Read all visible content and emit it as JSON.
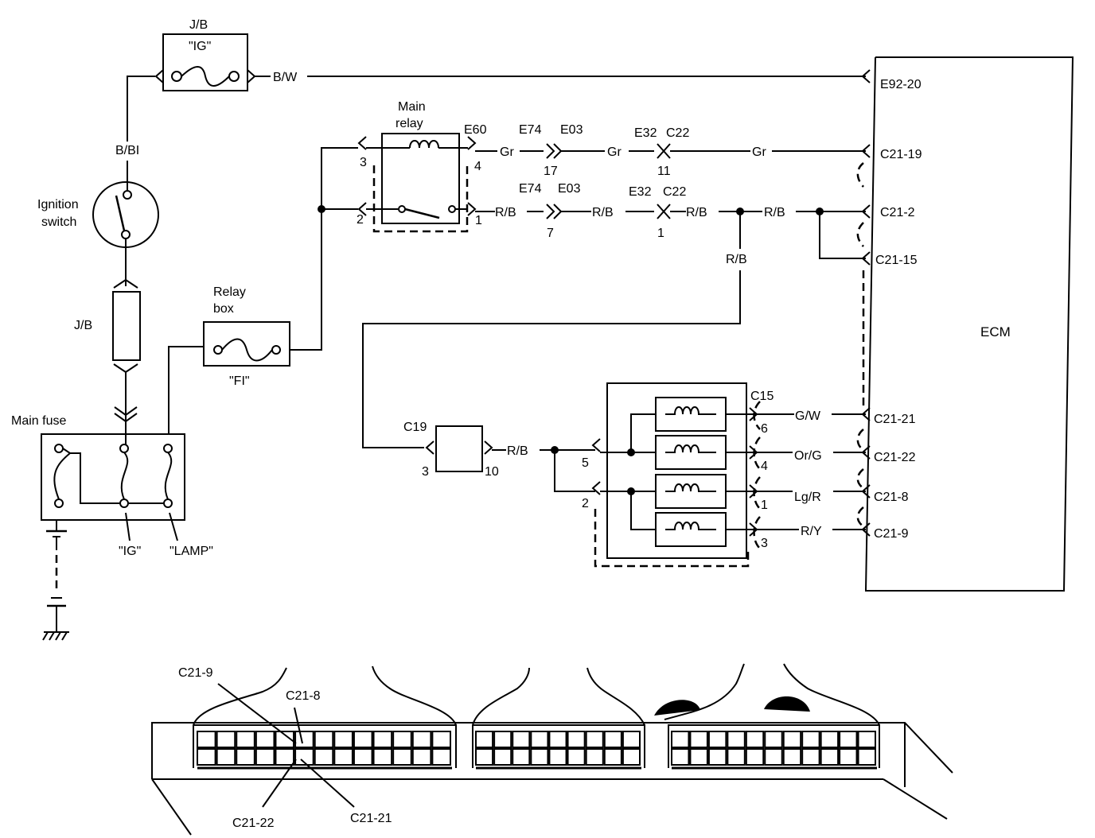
{
  "jb_top": {
    "title": "J/B",
    "fuse": "\"IG\""
  },
  "ecm": {
    "label": "ECM"
  },
  "main_relay": {
    "line1": "Main",
    "line2": "relay"
  },
  "ignition_switch": {
    "line1": "Ignition",
    "line2": "switch"
  },
  "relay_box": {
    "line1": "Relay",
    "line2": "box",
    "fuse": "\"FI\""
  },
  "jb_mid": {
    "label": "J/B"
  },
  "main_fuse": {
    "title": "Main fuse",
    "ig": "\"IG\"",
    "lamp": "\"LAMP\""
  },
  "wires": {
    "bw": "B/W",
    "bbl": "B/BI",
    "gr1": "Gr",
    "gr2": "Gr",
    "gr3": "Gr",
    "rb1": "R/B",
    "rb2": "R/B",
    "rb3": "R/B",
    "rb4": "R/B",
    "rb5": "R/B",
    "rb6": "R/B",
    "gw": "G/W",
    "org": "Or/G",
    "lgr": "Lg/R",
    "ry": "R/Y"
  },
  "connectors": {
    "e60": "E60",
    "e74a": "E74",
    "e03a": "E03",
    "e32a": "E32",
    "c22a": "C22",
    "e74b": "E74",
    "e03b": "E03",
    "e32b": "E32",
    "c22b": "C22",
    "c19": "C19",
    "c15": "C15",
    "p17": "17",
    "p11": "11",
    "p7": "7",
    "p1": "1",
    "r3": "3",
    "r2": "2",
    "r4": "4",
    "r1": "1",
    "c19_3": "3",
    "c19_10": "10",
    "inj5": "5",
    "inj2": "2",
    "c15_6": "6",
    "c15_4": "4",
    "c15_1": "1",
    "c15_3": "3"
  },
  "ecm_pins": {
    "e92_20": "E92-20",
    "c21_19": "C21-19",
    "c21_2": "C21-2",
    "c21_15": "C21-15",
    "c21_21": "C21-21",
    "c21_22": "C21-22",
    "c21_8": "C21-8",
    "c21_9": "C21-9"
  },
  "connector_view": {
    "c21_9": "C21-9",
    "c21_8": "C21-8",
    "c21_22": "C21-22",
    "c21_21": "C21-21"
  }
}
